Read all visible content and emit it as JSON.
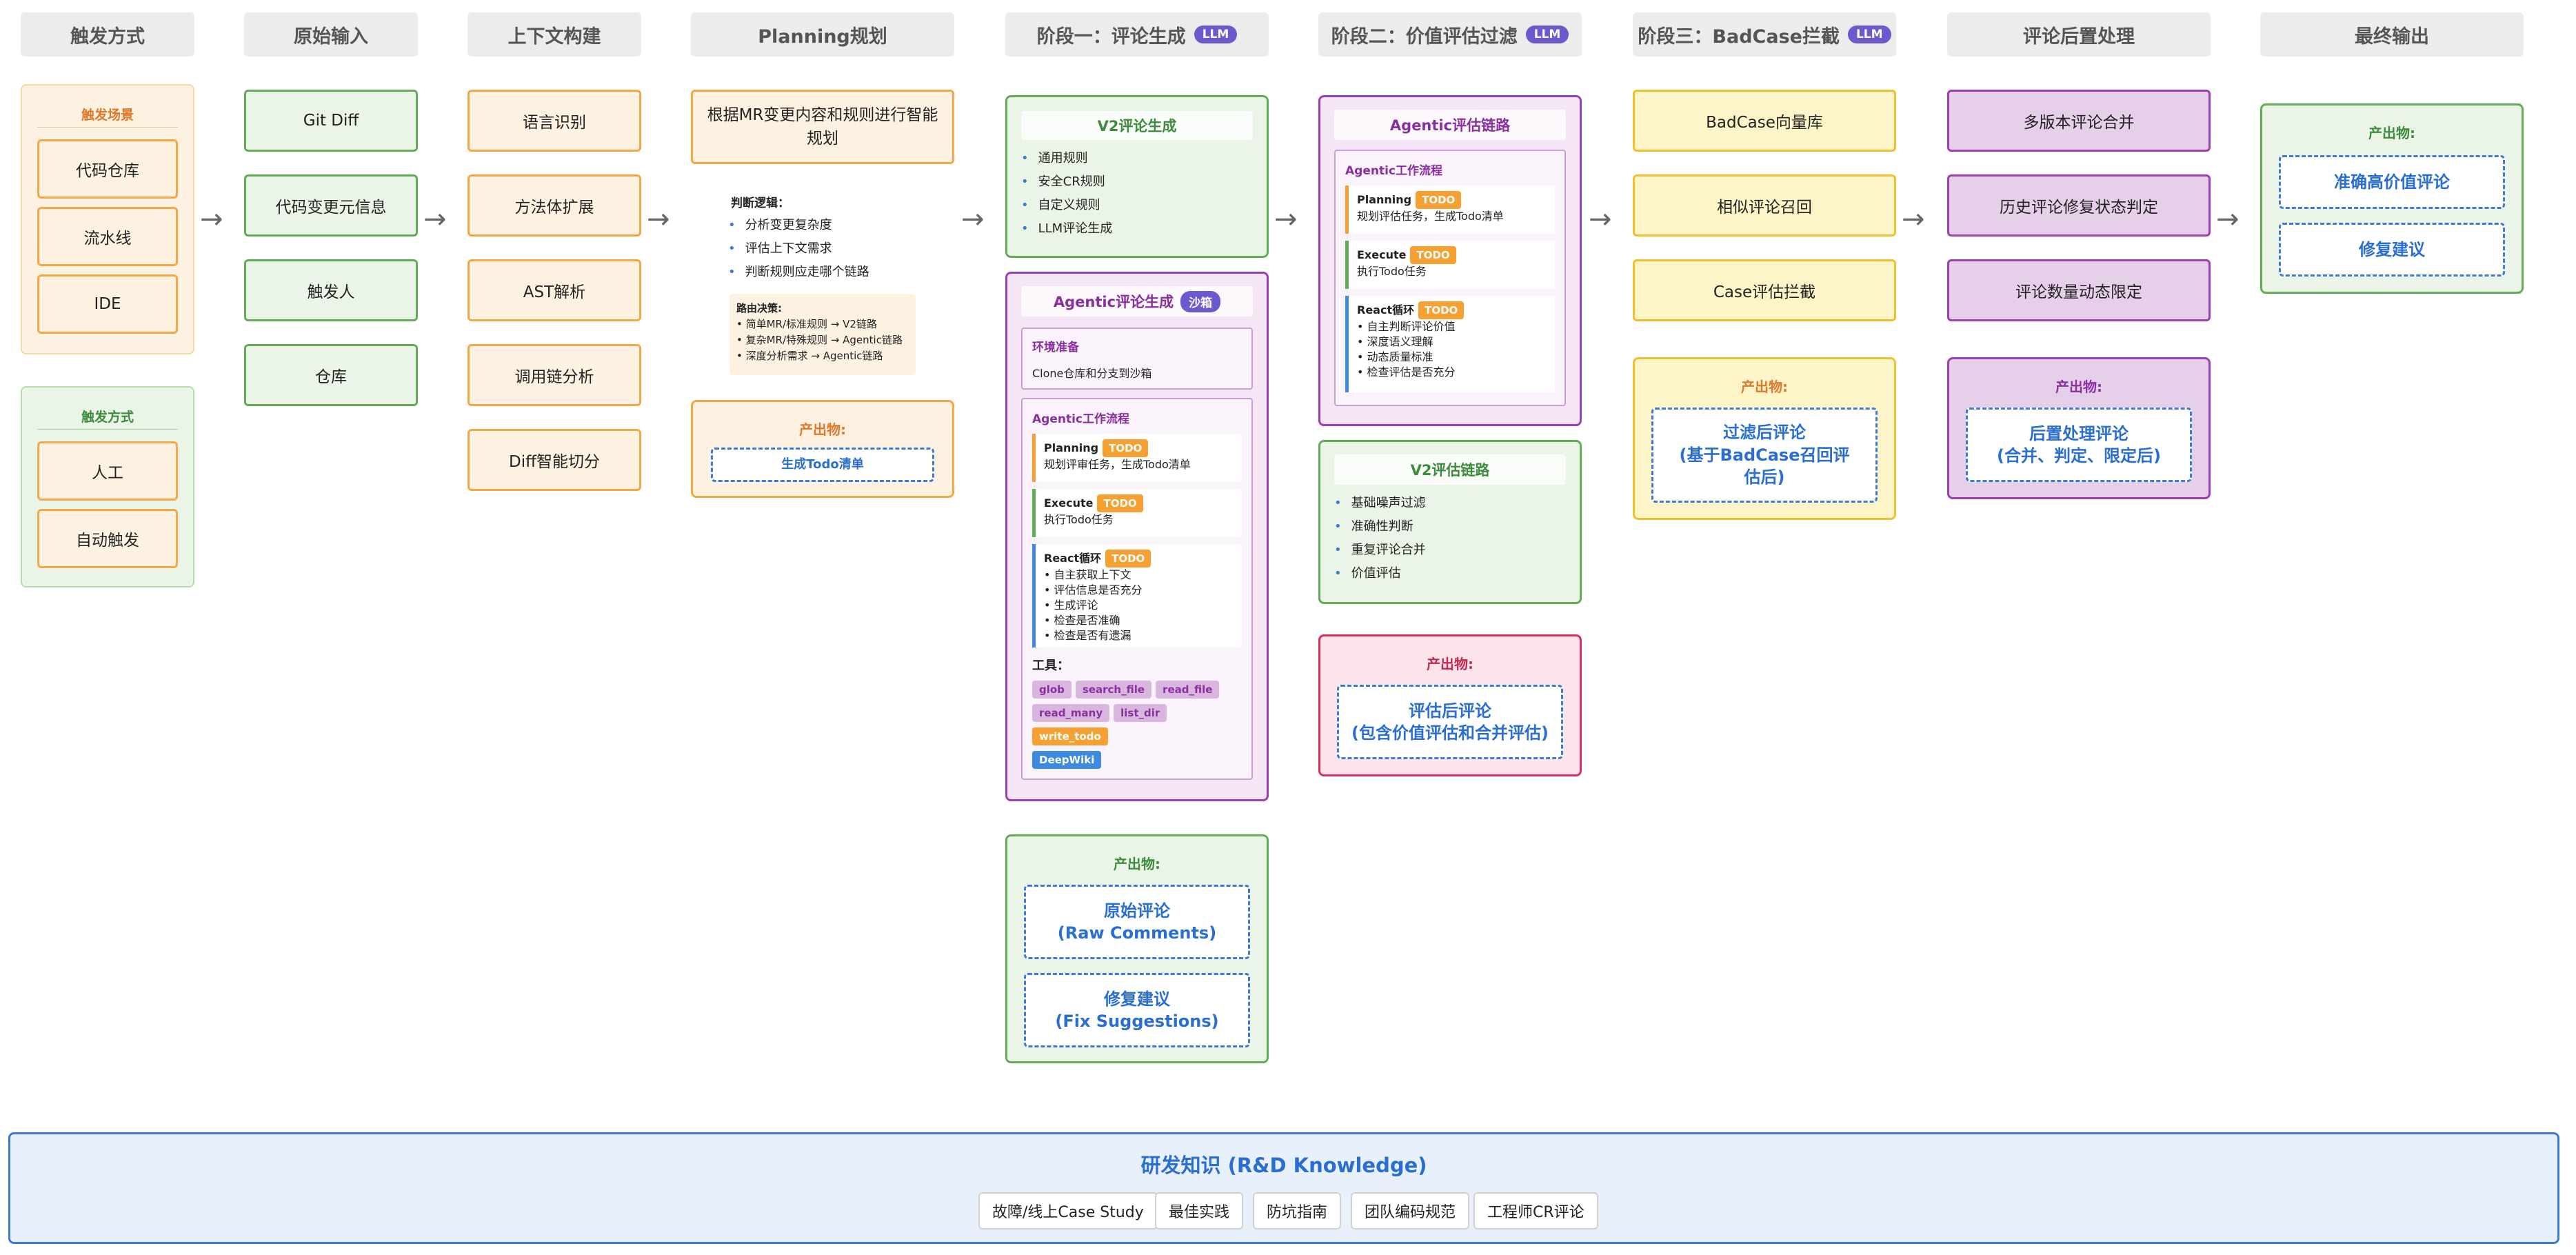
{
  "headers": {
    "trigger": "触发方式",
    "input": "原始输入",
    "context": "上下文构建",
    "planning": "Planning规划",
    "stage1": "阶段一：评论生成",
    "stage2": "阶段二：价值评估过滤",
    "stage3": "阶段三：BadCase拦截",
    "post": "评论后置处理",
    "final": "最终输出",
    "llm_badge": "LLM"
  },
  "trigger": {
    "scene_title": "触发场景",
    "scenes": [
      "代码仓库",
      "流水线",
      "IDE"
    ],
    "mode_title": "触发方式",
    "modes": [
      "人工",
      "自动触发"
    ]
  },
  "inputs": [
    "Git Diff",
    "代码变更元信息",
    "触发人",
    "仓库"
  ],
  "context": [
    "语言识别",
    "方法体扩展",
    "AST解析",
    "调用链分析",
    "Diff智能切分"
  ],
  "planning": {
    "main": "根据MR变更内容和规则进行智能规划",
    "logic_title": "判断逻辑：",
    "logic": [
      "分析变更复杂度",
      "评估上下文需求",
      "判断规则应走哪个链路"
    ],
    "route_title": "路由决策:",
    "routes": [
      "• 简单MR/标准规则 → V2链路",
      "• 复杂MR/特殊规则 → Agentic链路",
      "• 深度分析需求 → Agentic链路"
    ],
    "output_title": "产出物:",
    "output": "生成Todo清单"
  },
  "stage1": {
    "v2_title": "V2评论生成",
    "v2_items": [
      "通用规则",
      "安全CR规则",
      "自定义规则",
      "LLM评论生成"
    ],
    "agentic_title": "Agentic评论生成",
    "sandbox_badge": "沙箱",
    "env_title": "环境准备",
    "env_desc": "Clone仓库和分支到沙箱",
    "flow_title": "Agentic工作流程",
    "plan_label": "Planning",
    "plan_desc": "规划评审任务，生成Todo清单",
    "exec_label": "Execute",
    "exec_desc": "执行Todo任务",
    "react_label": "React循环",
    "react_items": [
      "• 自主获取上下文",
      "• 评估信息是否充分",
      "• 生成评论",
      "• 检查是否准确",
      "• 检查是否有遗漏"
    ],
    "todo_tag": "TODO",
    "tools_title": "工具：",
    "tools": [
      "glob",
      "search_file",
      "read_file",
      "read_many",
      "list_dir",
      "write_todo",
      "DeepWiki"
    ],
    "output_title": "产出物:",
    "outputs": [
      "原始评论\n(Raw Comments)",
      "修复建议\n(Fix Suggestions)"
    ]
  },
  "stage2": {
    "agentic_title": "Agentic评估链路",
    "flow_title": "Agentic工作流程",
    "plan_label": "Planning",
    "plan_desc": "规划评估任务，生成Todo清单",
    "exec_label": "Execute",
    "exec_desc": "执行Todo任务",
    "react_label": "React循环",
    "react_items": [
      "• 自主判断评论价值",
      "• 深度语义理解",
      "• 动态质量标准",
      "• 检查评估是否充分"
    ],
    "v2_title": "V2评估链路",
    "v2_items": [
      "基础噪声过滤",
      "准确性判断",
      "重复评论合并",
      "价值评估"
    ],
    "output_title": "产出物:",
    "output": "评估后评论\n(包含价值评估和合并评估)"
  },
  "stage3": {
    "items": [
      "BadCase向量库",
      "相似评论召回",
      "Case评估拦截"
    ],
    "output_title": "产出物:",
    "output": "过滤后评论\n(基于BadCase召回评估后)"
  },
  "post": {
    "items": [
      "多版本评论合并",
      "历史评论修复状态判定",
      "评论数量动态限定"
    ],
    "output_title": "产出物:",
    "output": "后置处理评论\n(合并、判定、限定后)"
  },
  "final": {
    "output_title": "产出物:",
    "outputs": [
      "准确高价值评论",
      "修复建议"
    ]
  },
  "knowledge": {
    "title": "研发知识 (R&D Knowledge)",
    "items": [
      "故障/线上Case Study",
      "最佳实践",
      "防坑指南",
      "团队编码规范",
      "工程师CR评论"
    ]
  }
}
